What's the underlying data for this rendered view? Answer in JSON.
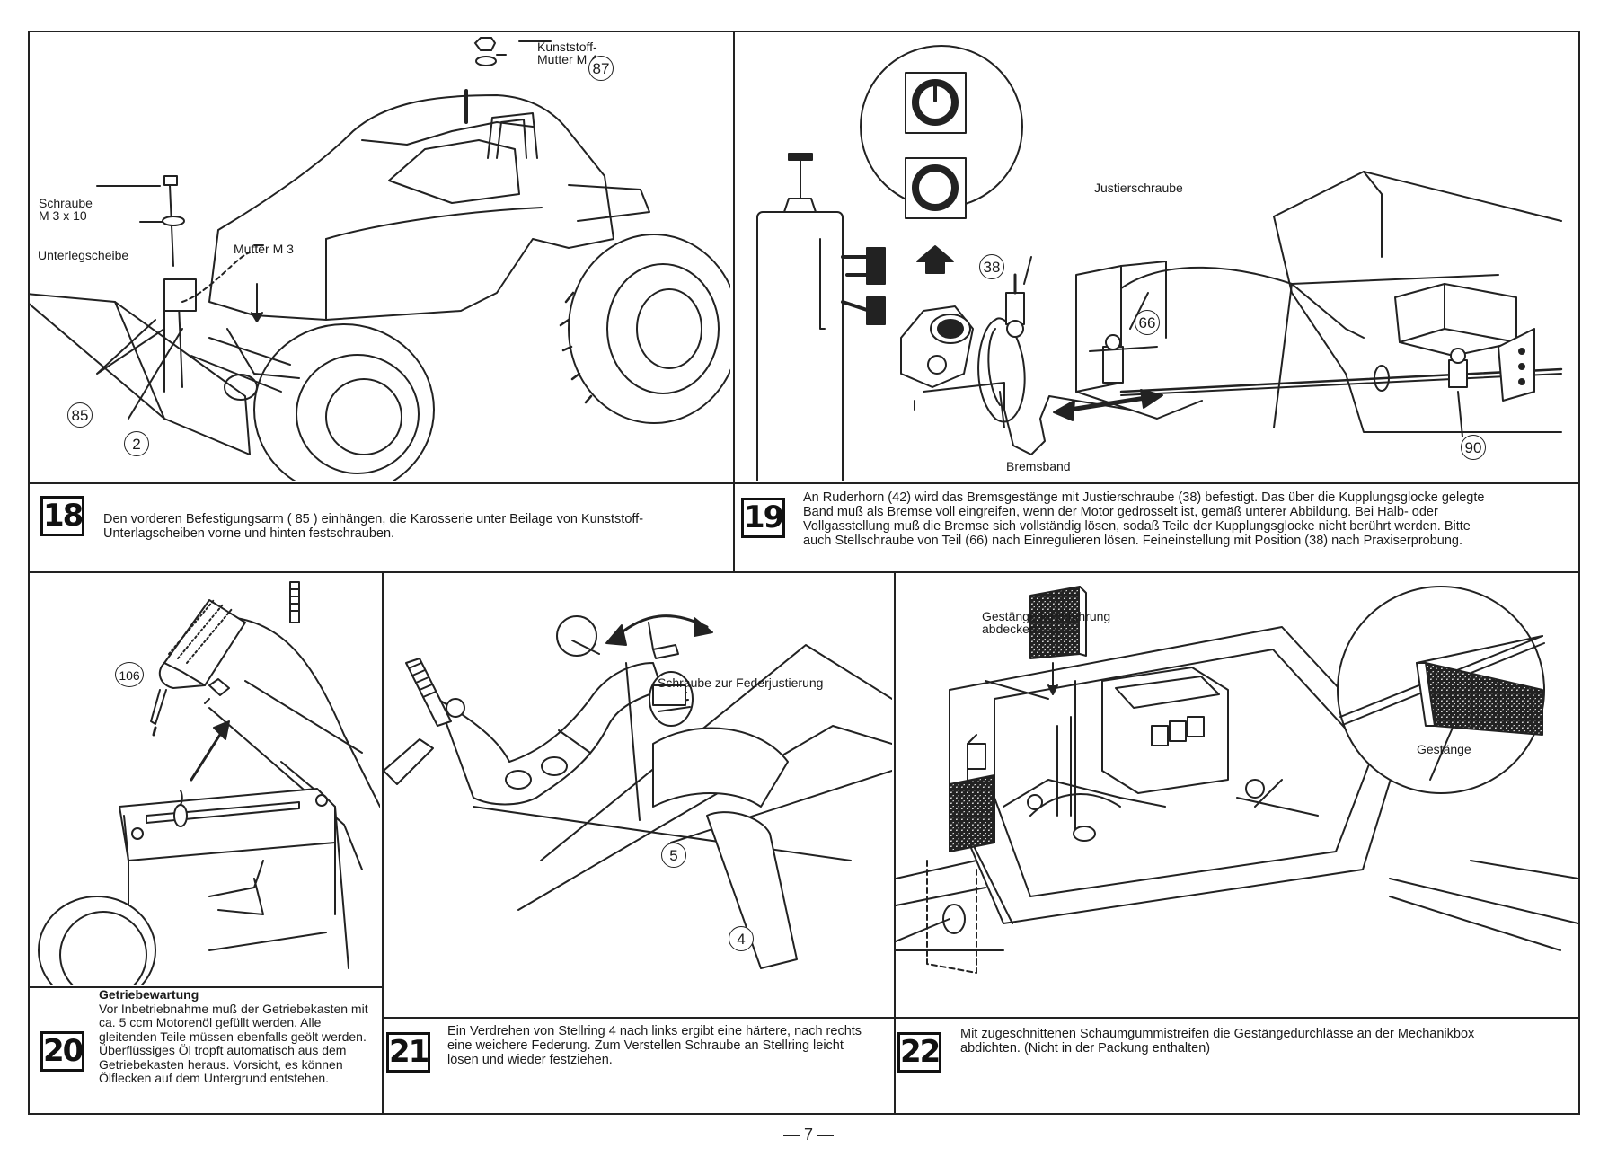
{
  "steps": [
    {
      "number": "18",
      "text": "Den vorderen Befestigungsarm ( 85 ) einhängen, die Karosserie unter Beilage von Kunststoff-Unterlagscheiben vorne und hinten festschrauben."
    },
    {
      "number": "19",
      "text": "An Ruderhorn (42) wird das Bremsgestänge mit Justierschraube (38) befestigt. Das über die Kupplungsglocke gelegte Band muß als Bremse voll eingreifen, wenn der Motor gedrosselt ist, gemäß unterer Abbildung. Bei Halb- oder Vollgasstellung muß die Bremse sich vollständig lösen, sodaß Teile der Kupplungsglocke nicht berührt werden. Bitte auch Stellschraube von Teil (66) nach Einregulieren lösen. Feineinstellung mit Position (38) nach Praxiserprobung."
    },
    {
      "number": "20",
      "heading": "Getriebewartung",
      "text": "Vor Inbetriebnahme muß der Getriebekasten mit ca. 5 ccm Motorenöl gefüllt werden. Alle gleitenden Teile müssen ebenfalls geölt werden. Überflüssiges Öl tropft automatisch aus dem Getriebekasten heraus. Vorsicht, es können Ölflecken auf dem Untergrund entstehen."
    },
    {
      "number": "21",
      "text": "Ein Verdrehen von Stellring 4 nach links ergibt eine härtere, nach rechts eine weichere Federung. Zum Verstellen Schraube an Stellring leicht lösen und wieder festziehen."
    },
    {
      "number": "22",
      "text": "Mit zugeschnittenen Schaumgummistreifen die Gestängedurchlässe an der Mechanikbox abdichten. (Nicht in der Packung enthalten)"
    }
  ],
  "labels": {
    "kunststoff_mutter": "Kunststoff-\nMutter M 4",
    "schraube": "Schraube\nM 3 x 10",
    "unterlegscheibe": "Unterlegscheibe",
    "mutter_m3": "Mutter M 3",
    "justierschraube": "Justierschraube",
    "bremsband": "Bremsband",
    "schraube_feder": "Schraube zur Federjustierung",
    "gestaengedurchfuehrung": "Gestängedurchführung\nabdecken",
    "gestaenge": "Gestänge"
  },
  "callouts": {
    "c87": "87",
    "c85": "85",
    "c2": "2",
    "c38": "38",
    "c66": "66",
    "c90": "90",
    "c106": "106",
    "c5": "5",
    "c4": "4"
  },
  "page_number": "— 7 —"
}
